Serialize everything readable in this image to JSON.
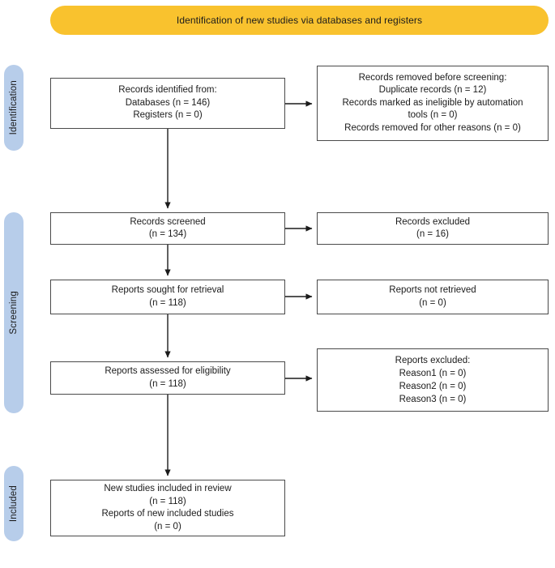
{
  "header": {
    "banner_label": "Identification of new studies via databases and registers"
  },
  "stages": [
    {
      "id": "identification",
      "label": "Identification"
    },
    {
      "id": "screening",
      "label": "Screening"
    },
    {
      "id": "included",
      "label": "Included"
    }
  ],
  "colors": {
    "banner_bg": "#f9c22e",
    "pill_bg": "#b7cdea",
    "box_border": "#4a4a4a",
    "box_bg": "#ffffff",
    "text": "#1b1b1b",
    "connector": "#1b1b1b",
    "page_bg": "#ffffff"
  },
  "boxes": {
    "identified": {
      "name": "records-identified",
      "lines": [
        "Records identified from:",
        "Databases (n = 146)",
        "Registers (n = 0)"
      ]
    },
    "removed": {
      "name": "records-removed-before-screening",
      "lines": [
        "Records removed before screening:",
        "Duplicate records (n = 12)",
        "Records marked as ineligible by automation",
        "tools (n = 0)",
        "Records removed for other reasons (n = 0)"
      ]
    },
    "screened": {
      "name": "records-screened",
      "lines": [
        "Records screened",
        "(n = 134)"
      ]
    },
    "excluded": {
      "name": "records-excluded",
      "lines": [
        "Records excluded",
        "(n = 16)"
      ]
    },
    "sought": {
      "name": "reports-sought-for-retrieval",
      "lines": [
        "Reports sought for retrieval",
        "(n = 118)"
      ]
    },
    "not_retrieved": {
      "name": "reports-not-retrieved",
      "lines": [
        "Reports not retrieved",
        "(n = 0)"
      ]
    },
    "assessed": {
      "name": "reports-assessed-for-eligibility",
      "lines": [
        "Reports assessed for eligibility",
        "(n = 118)"
      ]
    },
    "reports_excluded": {
      "name": "reports-excluded",
      "lines": [
        "Reports excluded:",
        "Reason1 (n = 0)",
        "Reason2 (n = 0)",
        "Reason3 (n = 0)"
      ]
    },
    "included": {
      "name": "new-studies-included",
      "lines": [
        "New studies included in review",
        "(n = 118)",
        "Reports of new included studies",
        "(n = 0)"
      ]
    }
  },
  "flow_data": {
    "type": "prisma-flow-diagram",
    "identified_databases": 146,
    "identified_registers": 0,
    "duplicate_records_removed": 12,
    "ineligible_by_automation": 0,
    "removed_other_reasons": 0,
    "records_screened": 134,
    "records_excluded": 16,
    "reports_sought": 118,
    "reports_not_retrieved": 0,
    "reports_assessed": 118,
    "reports_excluded_reason1": 0,
    "reports_excluded_reason2": 0,
    "reports_excluded_reason3": 0,
    "new_studies_included": 118,
    "reports_of_new_included_studies": 0
  }
}
